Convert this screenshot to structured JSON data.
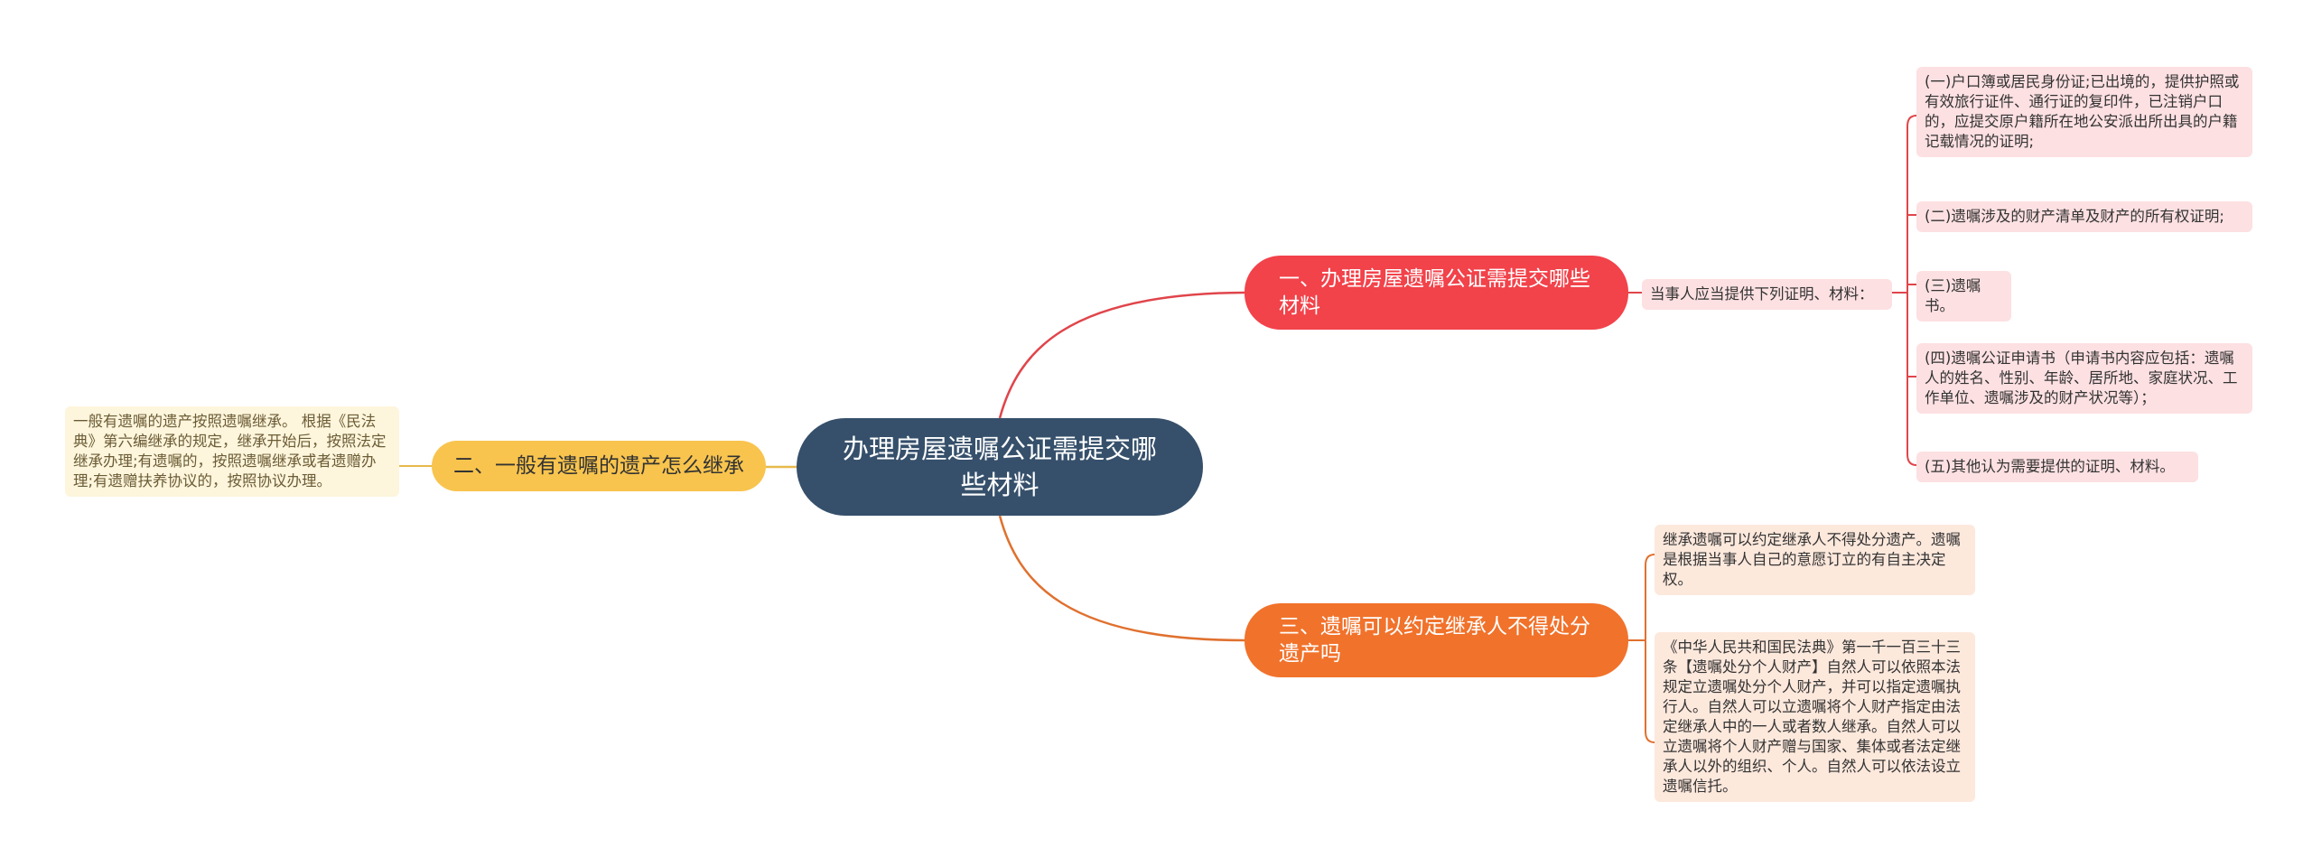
{
  "center": {
    "title": "办理房屋遗嘱公证需提交哪些材料"
  },
  "branch1": {
    "title": "一、办理房屋遗嘱公证需提交哪些材料",
    "intro": "当事人应当提供下列证明、材料：",
    "items": [
      "(一)户口簿或居民身份证;已出境的，提供护照或有效旅行证件、通行证的复印件，已注销户口的，应提交原户籍所在地公安派出所出具的户籍记载情况的证明;",
      "(二)遗嘱涉及的财产清单及财产的所有权证明;",
      "(三)遗嘱书。",
      "(四)遗嘱公证申请书（申请书内容应包括：遗嘱人的姓名、性别、年龄、居所地、家庭状况、工作单位、遗嘱涉及的财产状况等）；",
      "(五)其他认为需要提供的证明、材料。"
    ]
  },
  "branch2": {
    "title": "二、一般有遗嘱的遗产怎么继承",
    "detail": "一般有遗嘱的遗产按照遗嘱继承。 根据《民法典》第六编继承的规定，继承开始后，按照法定继承办理;有遗嘱的，按照遗嘱继承或者遗赠办理;有遗赠扶养协议的，按照协议办理。"
  },
  "branch3": {
    "title": "三、遗嘱可以约定继承人不得处分遗产吗",
    "items": [
      "继承遗嘱可以约定继承人不得处分遗产。遗嘱是根据当事人自己的意愿订立的有自主决定权。",
      "《中华人民共和国民法典》第一千一百三十三条【遗嘱处分个人财产】自然人可以依照本法规定立遗嘱处分个人财产，并可以指定遗嘱执行人。自然人可以立遗嘱将个人财产指定由法定继承人中的一人或者数人继承。自然人可以立遗嘱将个人财产赠与国家、集体或者法定继承人以外的组织、个人。自然人可以依法设立遗嘱信托。"
    ]
  },
  "colors": {
    "center": "#36506b",
    "branch1": "#f2424a",
    "branch2": "#f8c44e",
    "branch3": "#f1722b"
  }
}
